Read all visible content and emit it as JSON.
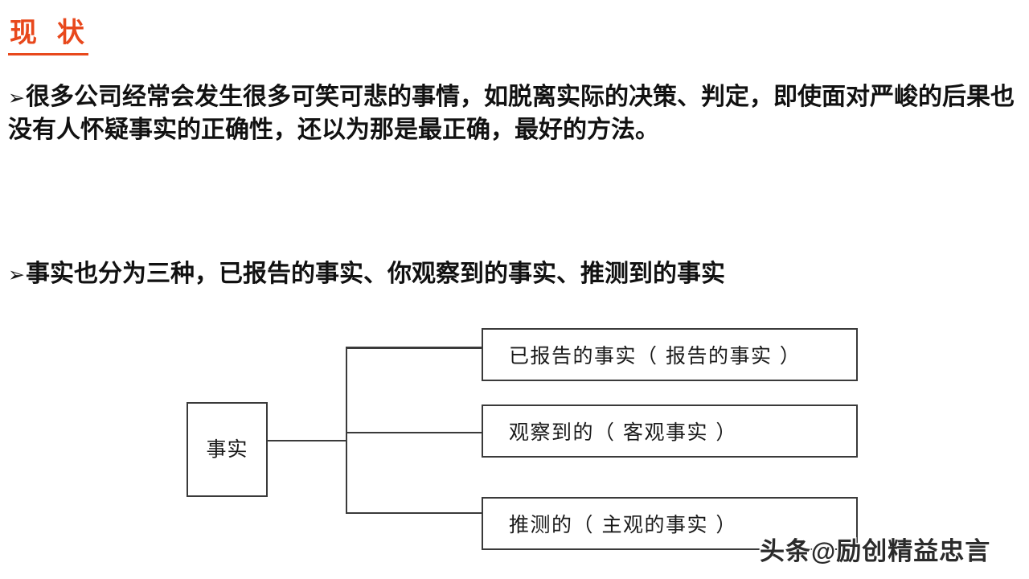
{
  "slide": {
    "title": "现  状",
    "background_color": "#ffffff",
    "title_color": "#E8481C",
    "text_color": "#111111",
    "line_color": "#3a3a3a"
  },
  "bullets": [
    {
      "marker": "➢",
      "text": "很多公司经常会发生很多可笑可悲的事情，如脱离实际的决策、判定，即使面对严峻的后果也没有人怀疑事实的正确性，还以为那是最正确，最好的方法。"
    },
    {
      "marker": "➢",
      "text": "事实也分为三种，已报告的事实、你观察到的事实、推测到的事实"
    }
  ],
  "diagram": {
    "root": {
      "label": "事实"
    },
    "leaves": [
      {
        "label": "已报告的事实（ 报告的事实 ）"
      },
      {
        "label": "观察到的（ 客观事实 ）"
      },
      {
        "label": "推测的（ 主观的事实 ）"
      }
    ]
  },
  "watermark": {
    "text": "头条@励创精益忠言"
  }
}
